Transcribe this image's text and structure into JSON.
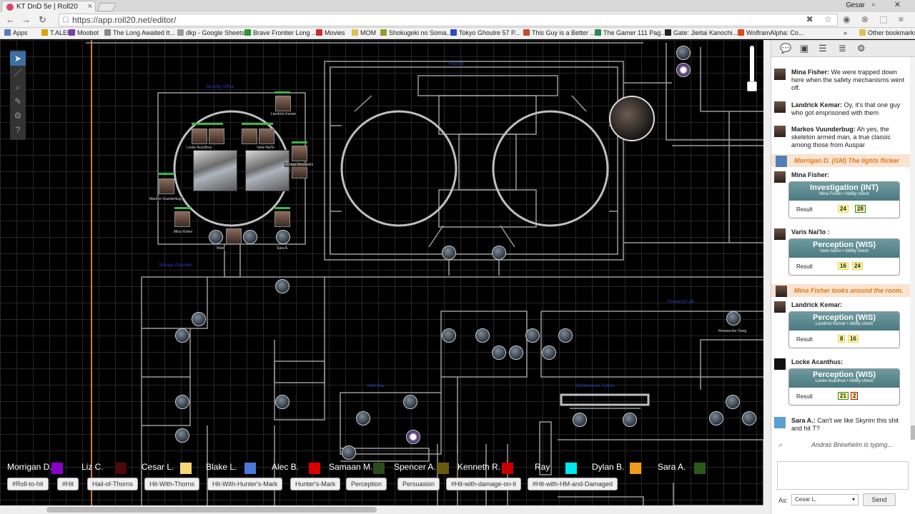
{
  "browser": {
    "tab_title": "KT DnD 5e | Roll20",
    "tab_close": "×",
    "user": "Cesar",
    "window_buttons": "– ▫ ✕",
    "url": "https://app.roll20.net/editor/",
    "back_icon": "←",
    "forward_icon": "→",
    "reload_icon": "↻",
    "bookmarks": [
      {
        "label": "Apps",
        "color": "#5a7ac8"
      },
      {
        "label": "T.ALERT",
        "color": "#d9a400"
      },
      {
        "label": "Moobot",
        "color": "#7a3fb0"
      },
      {
        "label": "The Long Awaited It...",
        "color": "#888888"
      },
      {
        "label": "dkp - Google Sheets",
        "color": "#999999"
      },
      {
        "label": "Brave Frontier Long ...",
        "color": "#2a9a2a"
      },
      {
        "label": "Movies",
        "color": "#d12a2a"
      },
      {
        "label": "MOM",
        "color": "#e0c050"
      },
      {
        "label": "Shokugeki no Soma...",
        "color": "#9a9a2a"
      },
      {
        "label": "Tokyo Ghoulre 57 P...",
        "color": "#2a4ac8"
      },
      {
        "label": "This Guy is a Better ...",
        "color": "#c84a2a"
      },
      {
        "label": "The Gamer 111 Pag...",
        "color": "#2a8a5a"
      },
      {
        "label": "Gate: Jieitai Kanochi...",
        "color": "#222222"
      },
      {
        "label": "WolframAlpha: Co...",
        "color": "#d94a1a"
      },
      {
        "label": "Other bookmarks",
        "color": "#e0c050"
      }
    ],
    "bookmarks_more": "»"
  },
  "map": {
    "labels": [
      "Locke Acanthus",
      "Landrick Kemar",
      "Andras Brewhelm",
      "Mina Fisher",
      "Varis Nai'lo",
      "Markos Vuunderbug",
      "Wuld",
      "Sara A.",
      "Researcher Dang"
    ]
  },
  "players": [
    {
      "name": "Morrigan D.",
      "color": "#8a00c8"
    },
    {
      "name": "Liz C.",
      "color": "#4a0a0a"
    },
    {
      "name": "Cesar L.",
      "color": "#f5d77a"
    },
    {
      "name": "Blake L.",
      "color": "#4a7ad9"
    },
    {
      "name": "Alec B.",
      "color": "#d90000"
    },
    {
      "name": "Samaan M.",
      "color": "#2a4a1a"
    },
    {
      "name": "Spencer A.",
      "color": "#6a5a0a"
    },
    {
      "name": "Kenneth R.",
      "color": "#c80000"
    },
    {
      "name": "Ray",
      "color": "#00e8f0"
    },
    {
      "name": "Dylan B.",
      "color": "#f09a1a"
    },
    {
      "name": "Sara A.",
      "color": "#2a5a1a"
    }
  ],
  "macros": [
    "#Roll-to-hit",
    "#Hit",
    "Hail-of-Thorns",
    "Hit-With-Thorns",
    "Hit-With-Hunter's-Mark",
    "Hunter's-Mark",
    "Perception",
    "Persuasion",
    "#Hit-with-damage-on-it",
    "#Hit-with-HM-and-Damaged"
  ],
  "sidebar": {
    "tabs": [
      "chat-icon",
      "art-icon",
      "journal-icon",
      "compendium-icon",
      "settings-icon"
    ],
    "messages": [
      {
        "name": "Mina Fisher:",
        "text": "We were trapped down here when the safety mechanisms went off."
      },
      {
        "name": "Landrick Kemar:",
        "text": "Oy, it's that one guy who got emprisoned with them"
      },
      {
        "name": "Markos Vuunderbug:",
        "text": "Ah yes, the skeleton armed man, a true classic among those from Auspar"
      }
    ],
    "emote1": "Morrigan D. (GM) The lights flicker",
    "rolls": [
      {
        "name": "Mina Fisher:",
        "title": "Investigation (INT)",
        "sub": "Mina Fisher • Ability check",
        "result": "Result",
        "r1": "24",
        "r2": "28"
      },
      {
        "name": "Varis Nai'lo :",
        "title": "Perception (WIS)",
        "sub": "Varis Nai'lo • Ability check",
        "result": "Result",
        "r1": "16",
        "r2": "24"
      },
      {
        "name": "Landrick Kemar:",
        "title": "Perception (WIS)",
        "sub": "Landrick Kemar • Ability check",
        "result": "Result",
        "r1": "8",
        "r2": "16"
      },
      {
        "name": "Locke Acanthus:",
        "title": "Perception (WIS)",
        "sub": "Locke Acanthus • Ability check",
        "result": "Result",
        "r1": "21",
        "r2": "2"
      }
    ],
    "emote2": "Mina Fisher looks around the room.",
    "last_msg": {
      "name": "Sara A.:",
      "text": "Can't we like Skyrim this shit and hit T?"
    },
    "typing": "Andras Brewhelm is typing...",
    "as_label": "As:",
    "as_value": "Cesar L.",
    "send": "Send"
  }
}
